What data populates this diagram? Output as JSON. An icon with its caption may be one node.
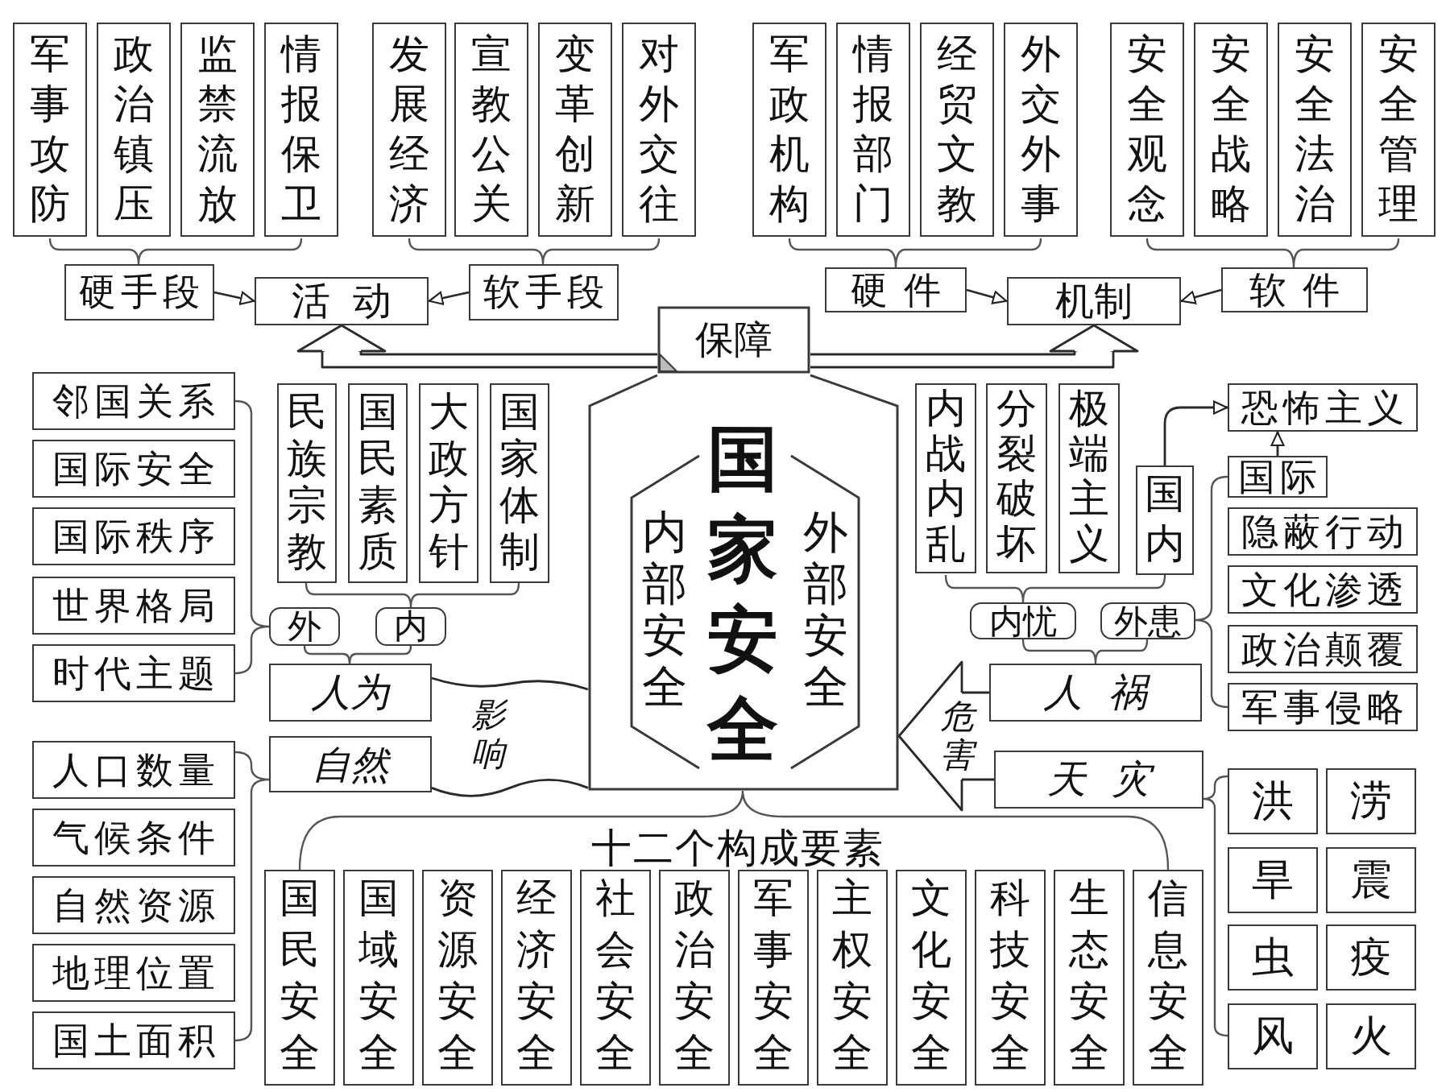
{
  "diagram": {
    "nodes": [
      {
        "text": [
          "军事攻防"
        ]
      },
      {
        "text": [
          "政治镇压"
        ]
      },
      {
        "text": [
          "监禁流放"
        ]
      },
      {
        "text": [
          "情报保卫"
        ]
      },
      {
        "text": [
          "发展经济"
        ]
      },
      {
        "text": [
          "宣教公关"
        ]
      },
      {
        "text": [
          "变革创新"
        ]
      },
      {
        "text": [
          "对外交往"
        ]
      },
      {
        "text": [
          "军政机构"
        ]
      },
      {
        "text": [
          "情报部门"
        ]
      },
      {
        "text": [
          "经贸文教"
        ]
      },
      {
        "text": [
          "外交外事"
        ]
      },
      {
        "text": [
          "安全观念"
        ]
      },
      {
        "text": [
          "安全战略"
        ]
      },
      {
        "text": [
          "安全法治"
        ]
      },
      {
        "text": [
          "安全管理"
        ]
      },
      {
        "text": [
          "硬手段"
        ]
      },
      {
        "text": [
          "活动"
        ]
      },
      {
        "text": [
          "软手段"
        ]
      },
      {
        "text": [
          "硬件"
        ]
      },
      {
        "text": [
          "机制"
        ]
      },
      {
        "text": [
          "软件"
        ]
      },
      {
        "text": [
          "保障"
        ]
      },
      {
        "text": [
          "邻国关系"
        ]
      },
      {
        "text": [
          "国际安全"
        ]
      },
      {
        "text": [
          "国际秩序"
        ]
      },
      {
        "text": [
          "世界格局"
        ]
      },
      {
        "text": [
          "时代主题"
        ]
      },
      {
        "text": [
          "民族宗教"
        ]
      },
      {
        "text": [
          "国民素质"
        ]
      },
      {
        "text": [
          "大政方针"
        ]
      },
      {
        "text": [
          "国家体制"
        ]
      },
      {
        "text": [
          "国家安全"
        ]
      },
      {
        "text": [
          "内部安全"
        ],
        "in": 32
      },
      {
        "text": [
          "外部安全"
        ],
        "in": 32
      },
      {
        "text": [
          "内战内乱"
        ]
      },
      {
        "text": [
          "分裂破坏"
        ]
      },
      {
        "text": [
          "极端主义"
        ]
      },
      {
        "text": [
          "国内"
        ]
      },
      {
        "text": [
          "恐怖主义"
        ]
      },
      {
        "text": [
          "国际"
        ]
      },
      {
        "text": [
          "隐蔽行动"
        ]
      },
      {
        "text": [
          "文化渗透"
        ]
      },
      {
        "text": [
          "政治颠覆"
        ]
      },
      {
        "text": [
          "军事侵略"
        ]
      },
      {
        "text": [
          "外"
        ]
      },
      {
        "text": [
          "内"
        ]
      },
      {
        "text": [
          "内忧"
        ]
      },
      {
        "text": [
          "外患"
        ]
      },
      {
        "text": [
          "人为"
        ]
      },
      {
        "text": [
          "人祸"
        ]
      },
      {
        "text": [
          "自然"
        ]
      },
      {
        "text": [
          "天灾"
        ]
      },
      {
        "text": [
          "人口数量"
        ]
      },
      {
        "text": [
          "气候条件"
        ]
      },
      {
        "text": [
          "自然资源"
        ]
      },
      {
        "text": [
          "地理位置"
        ]
      },
      {
        "text": [
          "国土面积"
        ]
      },
      {
        "text": [
          "洪"
        ]
      },
      {
        "text": [
          "涝"
        ]
      },
      {
        "text": [
          "旱"
        ]
      },
      {
        "text": [
          "震"
        ]
      },
      {
        "text": [
          "虫"
        ]
      },
      {
        "text": [
          "疫"
        ]
      },
      {
        "text": [
          "风"
        ]
      },
      {
        "text": [
          "火"
        ]
      },
      {
        "text": [
          "国民安全"
        ]
      },
      {
        "text": [
          "国域安全"
        ]
      },
      {
        "text": [
          "资源安全"
        ]
      },
      {
        "text": [
          "经济安全"
        ]
      },
      {
        "text": [
          "社会安全"
        ]
      },
      {
        "text": [
          "政治安全"
        ]
      },
      {
        "text": [
          "军事安全"
        ]
      },
      {
        "text": [
          "主权安全"
        ]
      },
      {
        "text": [
          "文化安全"
        ]
      },
      {
        "text": [
          "科技安全"
        ]
      },
      {
        "text": [
          "生态安全"
        ]
      },
      {
        "text": [
          "信息安全"
        ]
      }
    ],
    "edges": [
      {
        "from": 16,
        "to": 17,
        "arrow": "to"
      },
      {
        "from": 18,
        "to": 17,
        "arrow": "to"
      },
      {
        "from": 19,
        "to": 20,
        "arrow": "to"
      },
      {
        "from": 21,
        "to": 20,
        "arrow": "to"
      },
      {
        "from": 22,
        "to": 17,
        "arrow": "to"
      },
      {
        "from": 22,
        "to": 20,
        "arrow": "to"
      },
      {
        "from": 38,
        "to": 39,
        "arrow": "to"
      },
      {
        "from": 40,
        "to": 39,
        "arrow": "to"
      },
      {
        "from": 49,
        "to": 32,
        "arrow": "none",
        "label": "影响"
      },
      {
        "from": 51,
        "to": 32,
        "arrow": "none"
      },
      {
        "from": 50,
        "to": 32,
        "arrow": "to",
        "label": "危害"
      },
      {
        "from": 52,
        "to": 32,
        "arrow": "to"
      }
    ],
    "labels": [
      "十二个构成要素"
    ]
  }
}
